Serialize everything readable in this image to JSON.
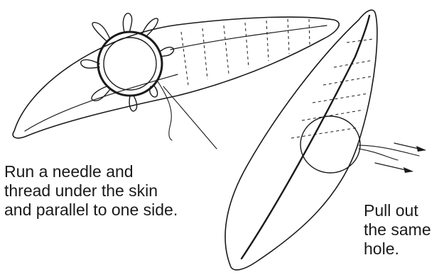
{
  "captions": {
    "left": [
      "Run a needle and",
      "thread under the skin",
      "and parallel to one side."
    ],
    "right": [
      "Pull out",
      "the same",
      "hole."
    ]
  },
  "colors": {
    "ink": "#1a1a1a",
    "background": "#ffffff"
  }
}
